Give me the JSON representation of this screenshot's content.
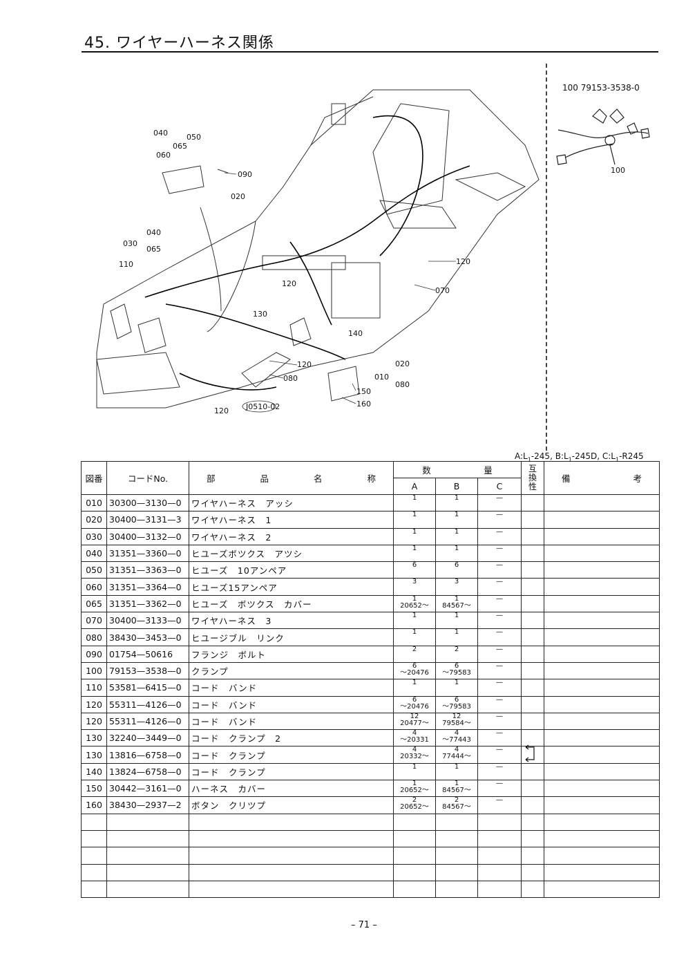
{
  "page": {
    "title": "45. ワイヤーハーネス関係",
    "page_number": "– 71 –",
    "drawing_stamp": "J0510-02"
  },
  "diagram_labels": {
    "l040a": "040",
    "l050": "050",
    "l065a": "065",
    "l060": "060",
    "l090": "090",
    "l020a": "020",
    "l040b": "040",
    "l030": "030",
    "l065b": "065",
    "l110": "110",
    "l120a": "120",
    "l120b": "120",
    "l070": "070",
    "l130": "130",
    "l140": "140",
    "l120c": "120",
    "l080a": "080",
    "l120d": "120",
    "l020b": "020",
    "l010": "010",
    "l080b": "080",
    "l150": "150",
    "l160": "160"
  },
  "inset": {
    "code": "100   79153-3538-0",
    "label": "100"
  },
  "legend": {
    "a_prefix": "A:L",
    "a_sub": "1",
    "a_suffix": "-245,",
    "b_prefix": " B:L",
    "b_sub": "1",
    "b_suffix": "-245D,",
    "c_prefix": " C:L",
    "c_sub": "1",
    "c_suffix": "-R245"
  },
  "table": {
    "headers": {
      "fig_no": "図番",
      "code": "コードNo.",
      "name": [
        "部",
        "品",
        "名",
        "称"
      ],
      "qty": [
        "数",
        "量"
      ],
      "a": "A",
      "b": "B",
      "c": "C",
      "interchange": [
        "互",
        "換",
        "性"
      ],
      "remarks": [
        "備",
        "考"
      ]
    },
    "rows": [
      {
        "no": "010",
        "code": "30300—3130—0",
        "name": "ワイヤハーネス　アッシ",
        "a": "1",
        "a2": "",
        "b": "1",
        "b2": "",
        "c": "—"
      },
      {
        "no": "020",
        "code": "30400—3131—3",
        "name": "ワイヤハーネス　1",
        "a": "1",
        "a2": "",
        "b": "1",
        "b2": "",
        "c": "—"
      },
      {
        "no": "030",
        "code": "30400—3132—0",
        "name": "ワイヤハーネス　2",
        "a": "1",
        "a2": "",
        "b": "1",
        "b2": "",
        "c": "—"
      },
      {
        "no": "040",
        "code": "31351—3360—0",
        "name": "ヒユーズボツクス　アツシ",
        "a": "1",
        "a2": "",
        "b": "1",
        "b2": "",
        "c": "—"
      },
      {
        "no": "050",
        "code": "31351—3363—0",
        "name": "ヒユーズ　10アンペア",
        "a": "6",
        "a2": "",
        "b": "6",
        "b2": "",
        "c": "—"
      },
      {
        "no": "060",
        "code": "31351—3364—0",
        "name": "ヒユーズ15アンペア",
        "a": "3",
        "a2": "",
        "b": "3",
        "b2": "",
        "c": "—"
      },
      {
        "no": "065",
        "code": "31351—3362—0",
        "name": "ヒユーズ　ボツクス　カバー",
        "a": "1",
        "a2": "20652～",
        "b": "1",
        "b2": "84567～",
        "c": "—"
      },
      {
        "no": "070",
        "code": "30400—3133—0",
        "name": "ワイヤハーネス　3",
        "a": "1",
        "a2": "",
        "b": "1",
        "b2": "",
        "c": "—"
      },
      {
        "no": "080",
        "code": "38430—3453—0",
        "name": "ヒユージブル　リンク",
        "a": "1",
        "a2": "",
        "b": "1",
        "b2": "",
        "c": "—"
      },
      {
        "no": "090",
        "code": "01754—50616",
        "name": "フランジ　ボルト",
        "a": "2",
        "a2": "",
        "b": "2",
        "b2": "",
        "c": "—"
      },
      {
        "no": "100",
        "code": "79153—3538—0",
        "name": "クランプ",
        "a": "6",
        "a2": "～20476",
        "b": "6",
        "b2": "～79583",
        "c": "—"
      },
      {
        "no": "110",
        "code": "53581—6415—0",
        "name": "コード　バンド",
        "a": "1",
        "a2": "",
        "b": "1",
        "b2": "",
        "c": "—"
      },
      {
        "no": "120",
        "code": "55311—4126—0",
        "name": "コード　バンド",
        "a": "6",
        "a2": "～20476",
        "b": "6",
        "b2": "～79583",
        "c": "—"
      },
      {
        "no": "120",
        "code": "55311—4126—0",
        "name": "コード　バンド",
        "a": "12",
        "a2": "20477～",
        "b": "12",
        "b2": "79584～",
        "c": "—"
      },
      {
        "no": "130",
        "code": "32240—3449—0",
        "name": "コード　クランプ　2",
        "a": "4",
        "a2": "～20331",
        "b": "4",
        "b2": "～77443",
        "c": "—"
      },
      {
        "no": "130",
        "code": "13816—6758—0",
        "name": "コード　クランプ",
        "a": "4",
        "a2": "20332～",
        "b": "4",
        "b2": "77444～",
        "c": "—"
      },
      {
        "no": "140",
        "code": "13824—6758—0",
        "name": "コード　クランプ",
        "a": "1",
        "a2": "",
        "b": "1",
        "b2": "",
        "c": "—"
      },
      {
        "no": "150",
        "code": "30442—3161—0",
        "name": "ハーネス　カバー",
        "a": "1",
        "a2": "20652～",
        "b": "1",
        "b2": "84567～",
        "c": "—"
      },
      {
        "no": "160",
        "code": "38430—2937—2",
        "name": "ボタン　クリツプ",
        "a": "2",
        "a2": "20652～",
        "b": "2",
        "b2": "84567～",
        "c": "—"
      }
    ]
  }
}
